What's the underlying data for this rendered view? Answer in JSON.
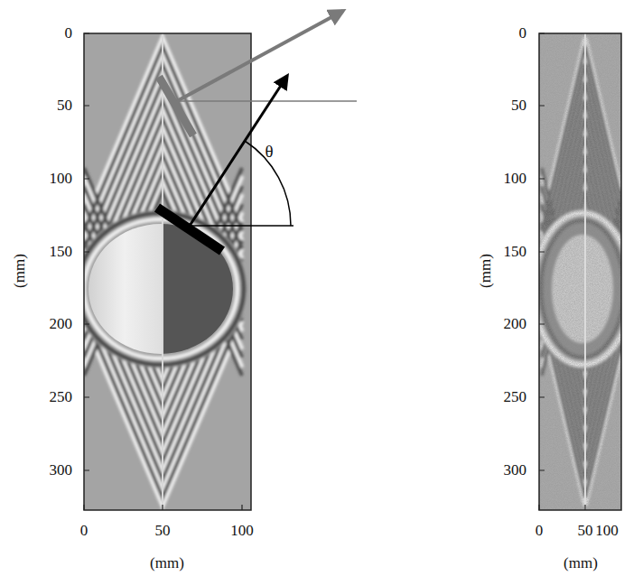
{
  "diagram": {
    "labels": [
      "0",
      "50",
      "100",
      "150",
      "200",
      "250",
      "300",
      "(mm)",
      "0",
      "50",
      "100",
      "(mm)",
      "θ",
      "0",
      "50",
      "100",
      "150",
      "200",
      "250",
      "300",
      "(mm)",
      "0",
      "50",
      "100",
      "(mm)"
    ]
  }
}
